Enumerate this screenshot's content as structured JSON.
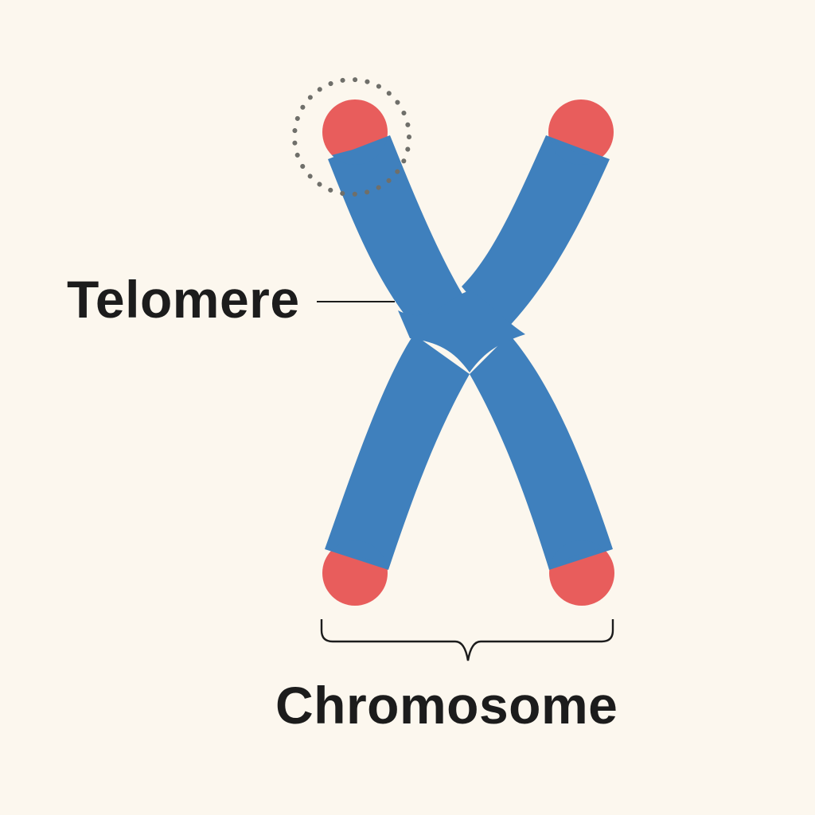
{
  "labels": {
    "telomere": "Telomere",
    "chromosome": "Chromosome"
  },
  "colors": {
    "background": "#fcf7ee",
    "chromatid": "#3f80bd",
    "telomere_cap": "#e85d5c",
    "text": "#1c1c1c",
    "dotted_highlight": "#6f6f6a"
  },
  "parts": {
    "chromatid_arms": 4,
    "telomere_caps": 4,
    "highlighted_cap": "top-left"
  }
}
